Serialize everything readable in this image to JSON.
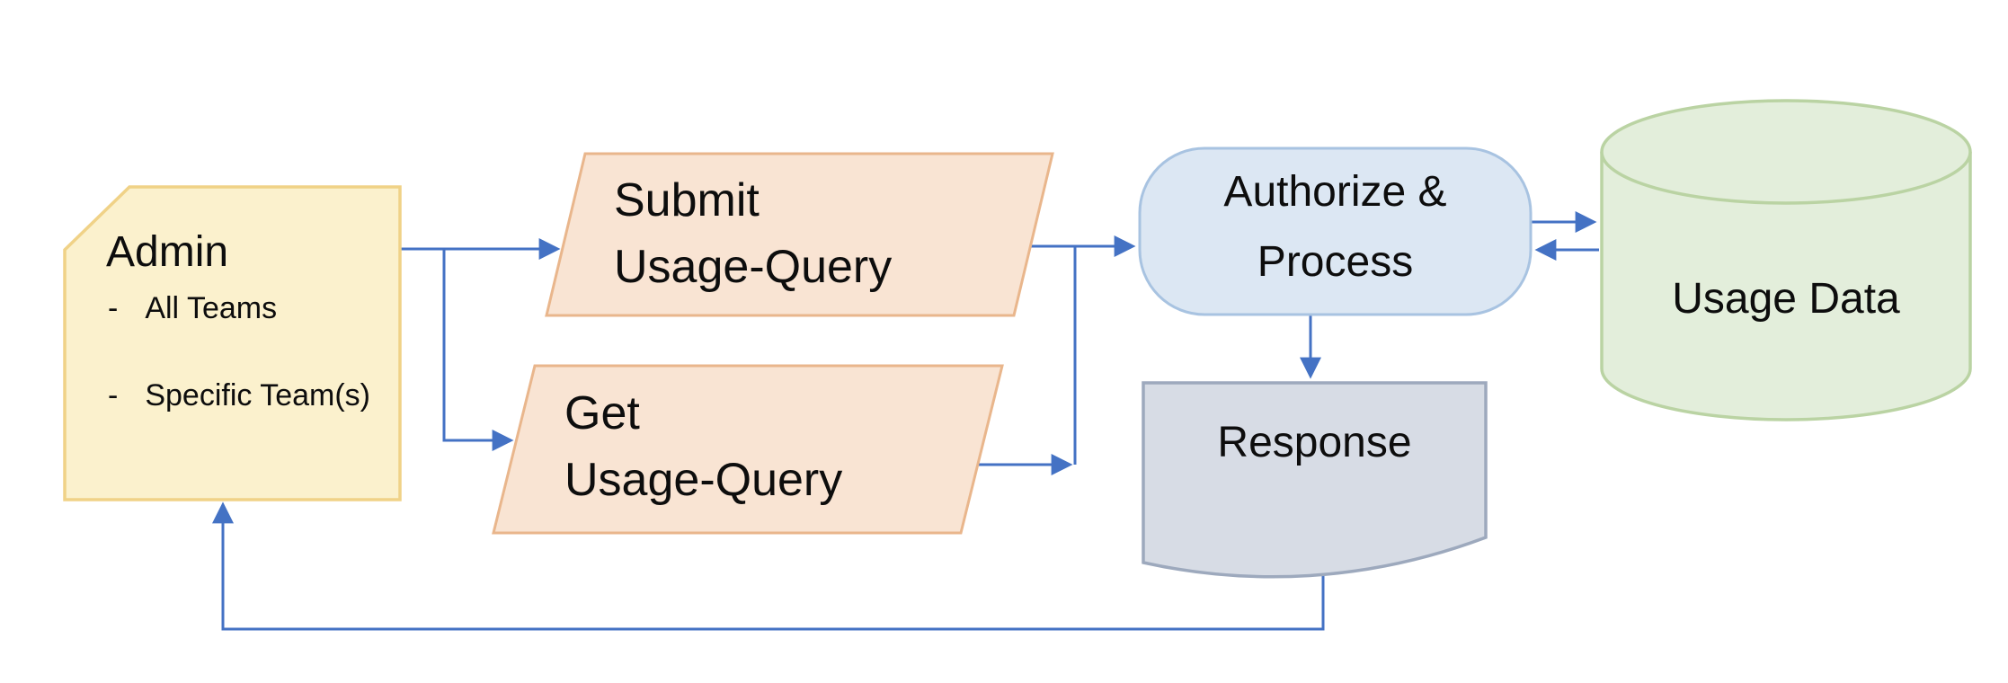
{
  "palette": {
    "arrow": "#4472C4",
    "admin_fill": "#FBF1CD",
    "admin_border": "#F0D287",
    "query_fill": "#F9E4D3",
    "query_border": "#E9B68C",
    "process_fill": "#DCE7F3",
    "process_border": "#A8C3E1",
    "database_fill": "#E3EEDB",
    "database_border": "#BAD3A3",
    "response_fill": "#D7DCE5",
    "response_border": "#9DA9BD",
    "text": "#0d0d0d"
  },
  "nodes": {
    "admin": {
      "title": "Admin",
      "bullets": [
        {
          "dash": "-",
          "label": "All Teams"
        },
        {
          "dash": "-",
          "label": "Specific Team(s)"
        }
      ]
    },
    "submit_query": {
      "line1": "Submit",
      "line2": "Usage-Query"
    },
    "get_query": {
      "line1": "Get",
      "line2": "Usage-Query"
    },
    "authorize": {
      "line1": "Authorize &",
      "line2": "Process"
    },
    "usage_data": {
      "label": "Usage Data"
    },
    "response": {
      "label": "Response"
    }
  }
}
